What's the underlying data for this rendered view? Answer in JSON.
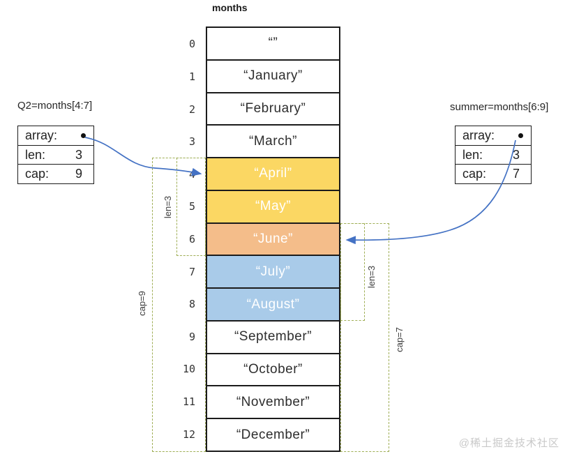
{
  "array": {
    "title": "months",
    "cells": [
      {
        "index": 0,
        "value": "“”",
        "fill": "white"
      },
      {
        "index": 1,
        "value": "“January”",
        "fill": "white"
      },
      {
        "index": 2,
        "value": "“February”",
        "fill": "white"
      },
      {
        "index": 3,
        "value": "“March”",
        "fill": "white"
      },
      {
        "index": 4,
        "value": "“April”",
        "fill": "yellow"
      },
      {
        "index": 5,
        "value": "“May”",
        "fill": "yellow"
      },
      {
        "index": 6,
        "value": "“June”",
        "fill": "orange"
      },
      {
        "index": 7,
        "value": "“July”",
        "fill": "blue"
      },
      {
        "index": 8,
        "value": "“August”",
        "fill": "blue"
      },
      {
        "index": 9,
        "value": "“September”",
        "fill": "white"
      },
      {
        "index": 10,
        "value": "“October”",
        "fill": "white"
      },
      {
        "index": 11,
        "value": "“November”",
        "fill": "white"
      },
      {
        "index": 12,
        "value": "“December”",
        "fill": "white"
      }
    ]
  },
  "q2_slice": {
    "label": "Q2=months[4:7]",
    "fields": [
      {
        "name": "array:",
        "value": "•"
      },
      {
        "name": "len:",
        "value": "3"
      },
      {
        "name": "cap:",
        "value": "9"
      }
    ]
  },
  "summer_slice": {
    "label": "summer=months[6:9]",
    "fields": [
      {
        "name": "array:",
        "value": "•"
      },
      {
        "name": "len:",
        "value": "3"
      },
      {
        "name": "cap:",
        "value": "7"
      }
    ]
  },
  "annotations": {
    "q2_len": "len=3",
    "q2_cap": "cap=9",
    "summer_len": "len=3",
    "summer_cap": "cap=7"
  },
  "watermark": "@稀土掘金技术社区",
  "colors": {
    "cell_yellow": "#fbd763",
    "cell_orange": "#f4bd8a",
    "cell_blue": "#a9cbe9",
    "dashed_green": "#9fae55",
    "arrow_blue": "#4472c4"
  }
}
